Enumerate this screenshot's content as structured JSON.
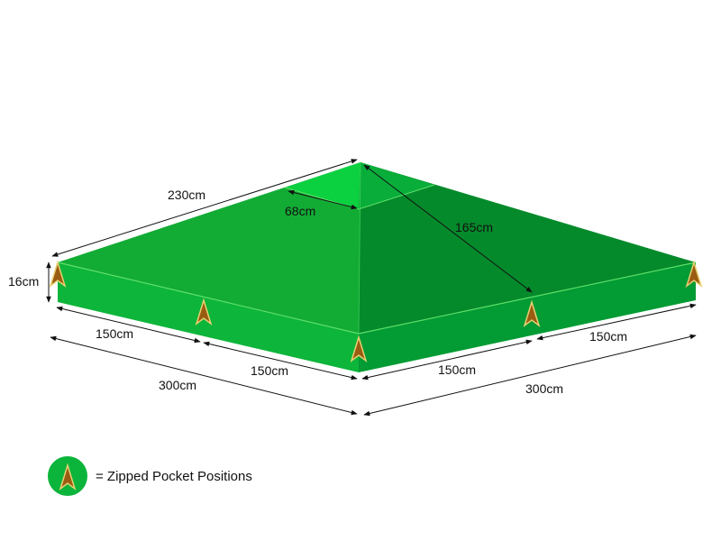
{
  "labels": {
    "top_length": "230cm",
    "cap_width": "68cm",
    "slope": "165cm",
    "height": "16cm",
    "left_half_a": "150cm",
    "left_half_b": "150cm",
    "left_total": "300cm",
    "right_half_a": "150cm",
    "right_half_b": "150cm",
    "right_total": "300cm"
  },
  "legend": {
    "text": "= Zipped Pocket Positions",
    "icon": "zipped-pocket-icon"
  },
  "colors": {
    "roof_left": "#12ac35",
    "roof_right": "#058a2b",
    "pocket": "#9a5c12",
    "legend_circle": "#0bb53b"
  }
}
